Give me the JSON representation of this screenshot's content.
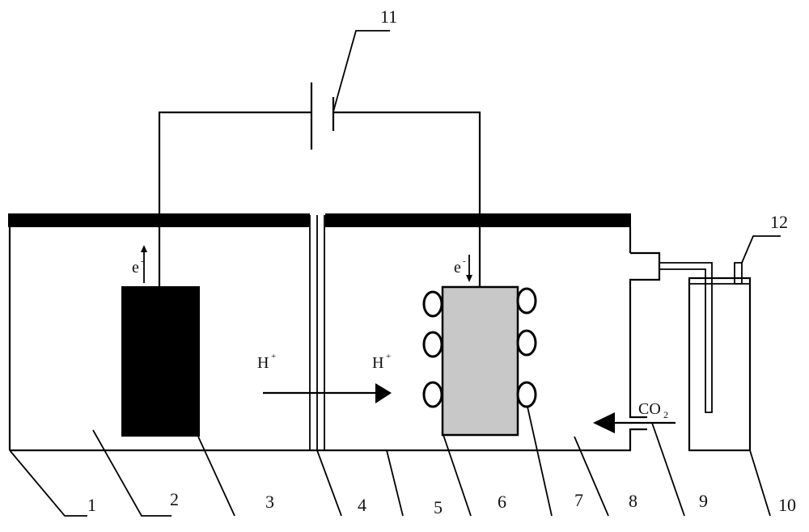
{
  "diagram": {
    "title": "",
    "labels": [
      "1",
      "2",
      "3",
      "4",
      "5",
      "6",
      "7",
      "8",
      "9",
      "10",
      "11",
      "12"
    ],
    "species": {
      "electron_left": "e",
      "electron_left_charge": "-",
      "electron_right": "e",
      "electron_right_charge": "-",
      "proton_left": "H",
      "proton_left_charge": "+",
      "proton_right": "H",
      "proton_right_charge": "+",
      "co2_main": "CO",
      "co2_sub": "2"
    },
    "colors": {
      "line": "#000000",
      "anode_fill": "#000000",
      "cathode_fill": "#c8c8c8",
      "lid_fill": "#000000"
    }
  }
}
